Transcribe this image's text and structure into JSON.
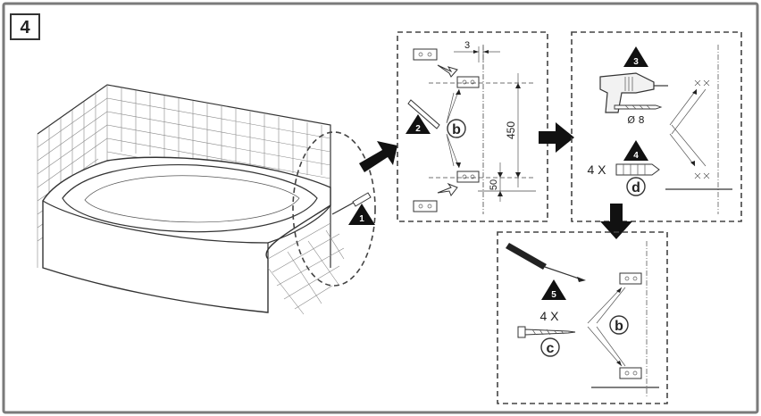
{
  "step_number": "4",
  "markers": {
    "m1": "1",
    "m2": "2",
    "m3": "3",
    "m4": "4",
    "m5": "5"
  },
  "dimensions": {
    "offset": "3",
    "height": "450",
    "bottom": "50",
    "drill_diameter": "Ø 8"
  },
  "quantities": {
    "dowels": "4 X",
    "screws": "4 X"
  },
  "part_labels": {
    "bracket_b_1": "b",
    "bracket_b_2": "b",
    "dowel_d": "d",
    "screw_c": "c"
  },
  "colors": {
    "frame": "#7a7a7a",
    "ink": "#222222",
    "tile_grid": "#888888",
    "arrow_fill": "#111111"
  }
}
